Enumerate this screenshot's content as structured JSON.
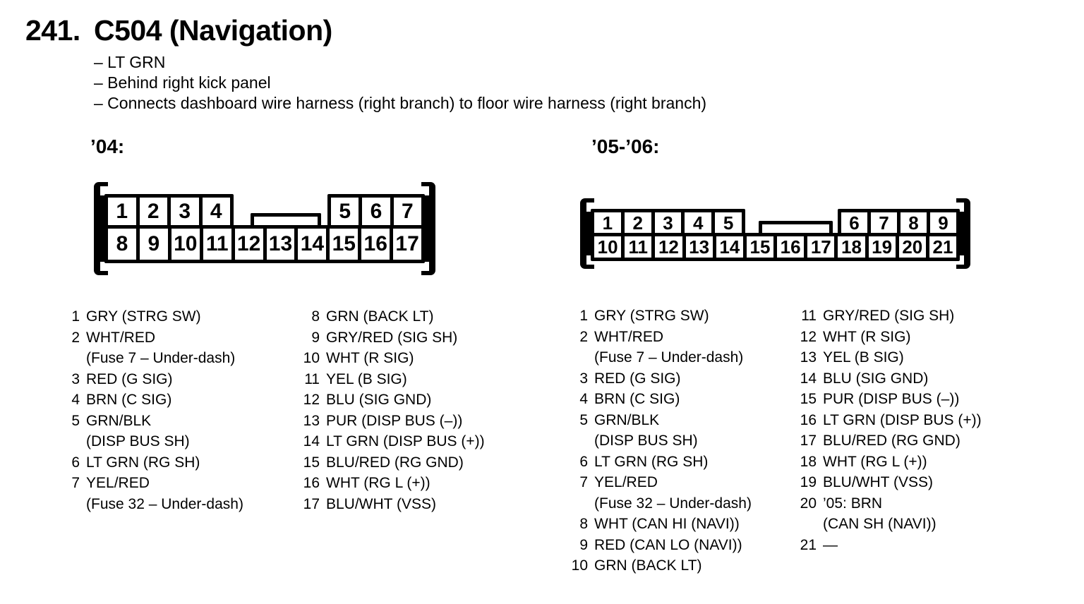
{
  "page": {
    "title_number": "241.",
    "title": "C504 (Navigation)",
    "bullets": [
      "– LT GRN",
      "– Behind right kick panel",
      "– Connects dashboard wire harness (right branch) to floor wire harness (right branch)"
    ]
  },
  "connectors": [
    {
      "label": "’04:",
      "top_left_pins": [
        "1",
        "2",
        "3",
        "4"
      ],
      "top_right_pins": [
        "5",
        "6",
        "7"
      ],
      "bottom_pins": [
        "8",
        "9",
        "10",
        "11",
        "12",
        "13",
        "14",
        "15",
        "16",
        "17"
      ],
      "pin_list_col1": [
        {
          "n": "1",
          "lines": [
            "GRY (STRG SW)"
          ]
        },
        {
          "n": "2",
          "lines": [
            "WHT/RED",
            "(Fuse 7 – Under-dash)"
          ]
        },
        {
          "n": "3",
          "lines": [
            "RED (G SIG)"
          ]
        },
        {
          "n": "4",
          "lines": [
            "BRN (C SIG)"
          ]
        },
        {
          "n": "5",
          "lines": [
            "GRN/BLK",
            "(DISP BUS SH)"
          ]
        },
        {
          "n": "6",
          "lines": [
            "LT GRN (RG SH)"
          ]
        },
        {
          "n": "7",
          "lines": [
            "YEL/RED",
            "(Fuse 32 – Under-dash)"
          ]
        }
      ],
      "pin_list_col2": [
        {
          "n": "8",
          "lines": [
            "GRN (BACK LT)"
          ]
        },
        {
          "n": "9",
          "lines": [
            "GRY/RED (SIG SH)"
          ]
        },
        {
          "n": "10",
          "lines": [
            "WHT (R SIG)"
          ]
        },
        {
          "n": "11",
          "lines": [
            "YEL (B SIG)"
          ]
        },
        {
          "n": "12",
          "lines": [
            "BLU (SIG GND)"
          ]
        },
        {
          "n": "13",
          "lines": [
            "PUR (DISP BUS (–))"
          ]
        },
        {
          "n": "14",
          "lines": [
            "LT GRN (DISP BUS (+))"
          ]
        },
        {
          "n": "15",
          "lines": [
            "BLU/RED (RG GND)"
          ]
        },
        {
          "n": "16",
          "lines": [
            "WHT (RG L (+))"
          ]
        },
        {
          "n": "17",
          "lines": [
            "BLU/WHT (VSS)"
          ]
        }
      ]
    },
    {
      "label": "’05-’06:",
      "top_left_pins": [
        "1",
        "2",
        "3",
        "4",
        "5"
      ],
      "top_right_pins": [
        "6",
        "7",
        "8",
        "9"
      ],
      "bottom_pins": [
        "10",
        "11",
        "12",
        "13",
        "14",
        "15",
        "16",
        "17",
        "18",
        "19",
        "20",
        "21"
      ],
      "pin_list_col1": [
        {
          "n": "1",
          "lines": [
            "GRY (STRG SW)"
          ]
        },
        {
          "n": "2",
          "lines": [
            "WHT/RED",
            "(Fuse 7 – Under-dash)"
          ]
        },
        {
          "n": "3",
          "lines": [
            "RED (G SIG)"
          ]
        },
        {
          "n": "4",
          "lines": [
            "BRN (C SIG)"
          ]
        },
        {
          "n": "5",
          "lines": [
            "GRN/BLK",
            "(DISP BUS SH)"
          ]
        },
        {
          "n": "6",
          "lines": [
            "LT GRN (RG SH)"
          ]
        },
        {
          "n": "7",
          "lines": [
            "YEL/RED",
            "(Fuse 32 – Under-dash)"
          ]
        },
        {
          "n": "8",
          "lines": [
            "WHT (CAN HI (NAVI))"
          ]
        },
        {
          "n": "9",
          "lines": [
            "RED (CAN LO (NAVI))"
          ]
        },
        {
          "n": "10",
          "lines": [
            "GRN (BACK LT)"
          ]
        }
      ],
      "pin_list_col2": [
        {
          "n": "11",
          "lines": [
            "GRY/RED (SIG SH)"
          ]
        },
        {
          "n": "12",
          "lines": [
            "WHT (R SIG)"
          ]
        },
        {
          "n": "13",
          "lines": [
            "YEL (B SIG)"
          ]
        },
        {
          "n": "14",
          "lines": [
            "BLU (SIG GND)"
          ]
        },
        {
          "n": "15",
          "lines": [
            "PUR (DISP BUS (–))"
          ]
        },
        {
          "n": "16",
          "lines": [
            "LT GRN (DISP BUS (+))"
          ]
        },
        {
          "n": "17",
          "lines": [
            "BLU/RED (RG GND)"
          ]
        },
        {
          "n": "18",
          "lines": [
            "WHT (RG L (+))"
          ]
        },
        {
          "n": "19",
          "lines": [
            "BLU/WHT (VSS)"
          ]
        },
        {
          "n": "20",
          "lines": [
            "’05: BRN",
            "(CAN SH (NAVI))"
          ]
        },
        {
          "n": "21",
          "lines": [
            "—"
          ]
        }
      ]
    }
  ],
  "colors": {
    "ink": "#000000",
    "paper": "#ffffff"
  }
}
